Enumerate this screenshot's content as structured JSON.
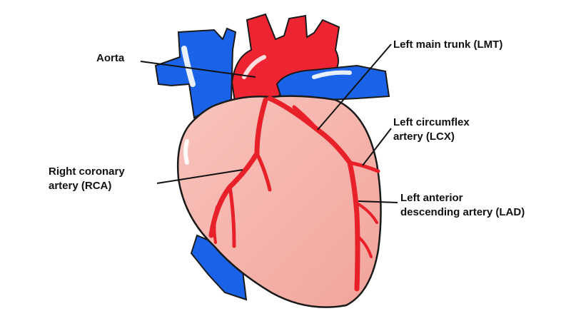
{
  "labels": {
    "aorta": [
      "Aorta"
    ],
    "lmt": [
      "Left main trunk (LMT)"
    ],
    "lcx": [
      "Left circumflex",
      "artery (LCX)"
    ],
    "rca": [
      "Right coronary",
      "artery (RCA)"
    ],
    "lad": [
      "Left anterior",
      "descending artery (LAD)"
    ]
  },
  "colors": {
    "heart_fill": "#f4b3ab",
    "heart_outline": "#1a1a1a",
    "artery": "#e8202a",
    "vein": "#1a63e8",
    "highlight": "#ffffff",
    "leader_line": "#111111"
  }
}
